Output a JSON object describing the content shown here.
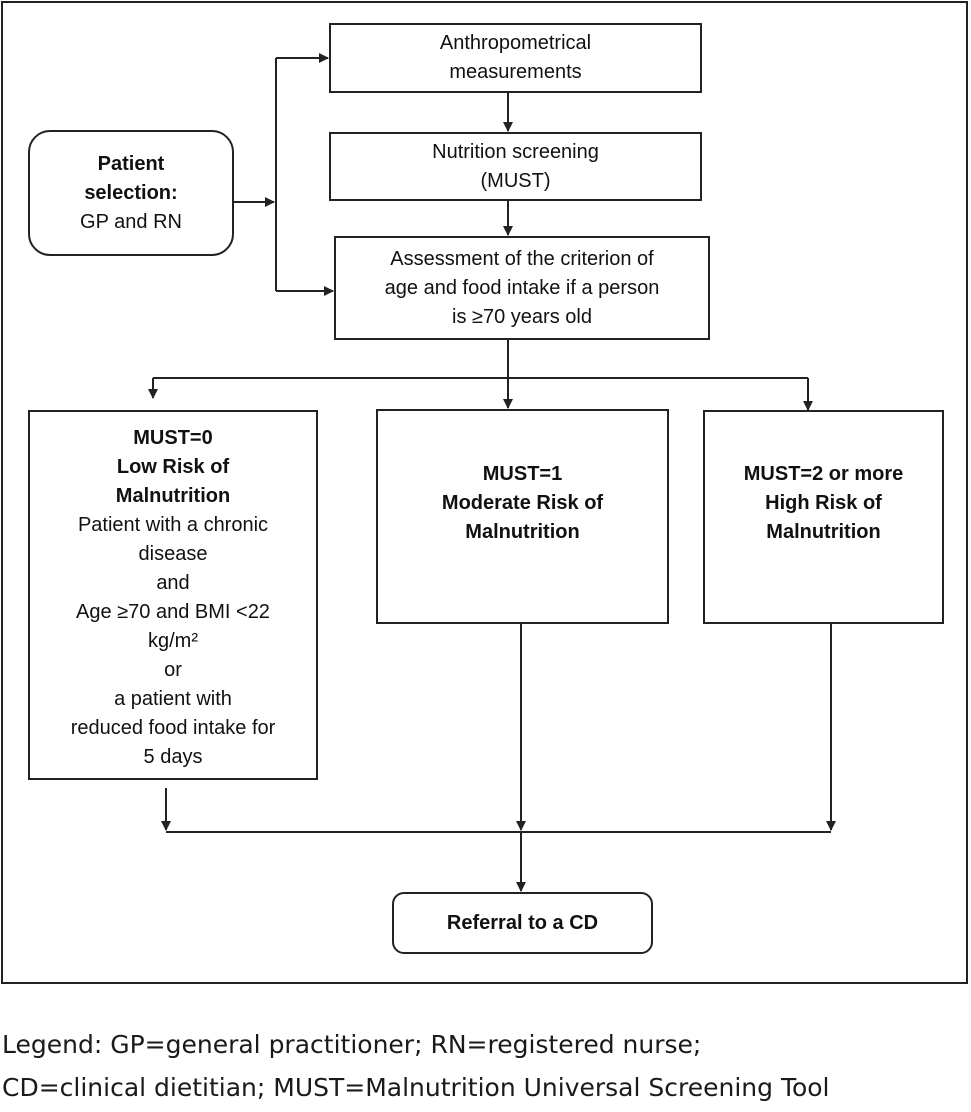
{
  "diagram": {
    "nodes": {
      "patient_selection": {
        "line1": "Patient",
        "line2": "selection:",
        "line3": "GP and RN"
      },
      "anthropometric": {
        "line1": "Anthropometrical",
        "line2": "measurements"
      },
      "screening": {
        "line1": "Nutrition screening",
        "line2": "(MUST)"
      },
      "assessment": {
        "line1": "Assessment of the criterion of",
        "line2": "age and food intake if a person",
        "line3": "is ≥70 years old"
      },
      "low_risk": {
        "title1": "MUST=0",
        "title2": "Low Risk of",
        "title3": "Malnutrition",
        "body": [
          "Patient with a chronic",
          "disease",
          "and",
          "Age ≥70 and BMI <22",
          "kg/m²",
          "or",
          "a patient with",
          "reduced food intake for",
          "5 days"
        ]
      },
      "moderate_risk": {
        "title1": "MUST=1",
        "title2": "Moderate Risk of",
        "title3": "Malnutrition"
      },
      "high_risk": {
        "title1": "MUST=2 or more",
        "title2": "High Risk of",
        "title3": "Malnutrition"
      },
      "referral": {
        "label": "Referral to a CD"
      }
    }
  },
  "legend": {
    "line1": "Legend: GP=general practitioner; RN=registered nurse;",
    "line2": "CD=clinical dietitian; MUST=Malnutrition Universal Screening Tool"
  }
}
